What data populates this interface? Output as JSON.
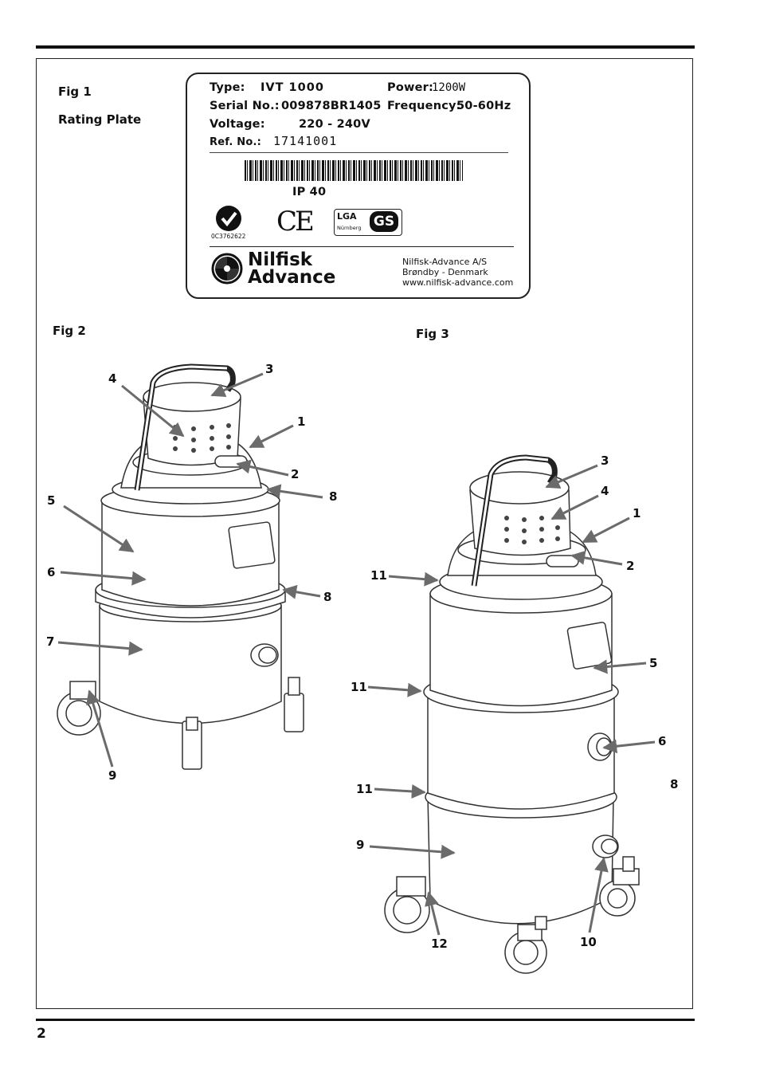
{
  "figures": {
    "fig1": {
      "label": "Fig 1",
      "caption": "Rating Plate"
    },
    "fig2": {
      "label": "Fig 2"
    },
    "fig3": {
      "label": "Fig 3"
    }
  },
  "rating_plate": {
    "type_label": "Type:",
    "type_value": "IVT 1000",
    "power_label": "Power:",
    "power_value": "1200W",
    "serial_label": "Serial No.:",
    "serial_value": "009878BR1405",
    "frequency_label": "Frequency:",
    "frequency_value": "50-60Hz",
    "voltage_label": "Voltage:",
    "voltage_value": "220 - 240V",
    "ref_label": "Ref. No.:",
    "ref_value": "17141001",
    "ip_rating": "IP 40",
    "cert_code": "0C3762622",
    "ce_mark": "CE",
    "lga_text": "LGA",
    "lga_sub": "Nürnberg",
    "gs_text": "GS",
    "brand_line1": "Nilfisk",
    "brand_line2": "Advance",
    "company_line1": "Nilfisk-Advance A/S",
    "company_line2": "Brøndby - Denmark",
    "company_line3": "www.nilfisk-advance.com"
  },
  "fig2_callouts": [
    "3",
    "4",
    "1",
    "2",
    "8",
    "5",
    "6",
    "8",
    "7",
    "9"
  ],
  "fig3_callouts": [
    "3",
    "4",
    "1",
    "2",
    "11",
    "5",
    "11",
    "6",
    "8",
    "11",
    "9",
    "10",
    "12"
  ],
  "page_number": "2",
  "colors": {
    "ink": "#111111",
    "arrow": "#6b6b6b",
    "line": "#333333"
  }
}
